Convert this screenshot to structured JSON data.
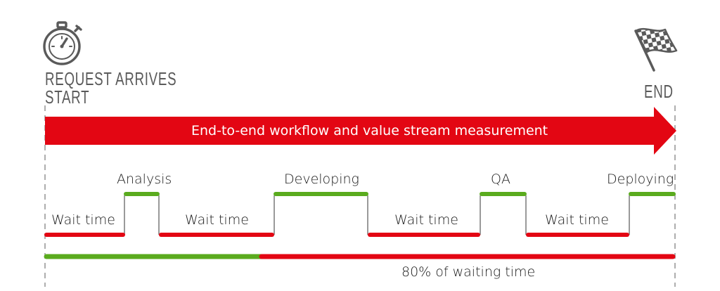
{
  "start": {
    "line1": "REQUEST ARRIVES",
    "line2": "START",
    "icon": "stopwatch-icon"
  },
  "end": {
    "label": "END",
    "icon": "checkered-flag-icon"
  },
  "arrow": {
    "label": "End-to-end workflow and value stream measurement"
  },
  "steps": {
    "wait1": "Wait time",
    "analysis": "Analysis",
    "wait2": "Wait time",
    "developing": "Developing",
    "wait3": "Wait time",
    "qa": "QA",
    "wait4": "Wait time",
    "deploying": "Deploying"
  },
  "summary": {
    "label": "80% of waiting time"
  },
  "colors": {
    "red": "#e30613",
    "green": "#5aab1e",
    "gray": "#9a9a9a"
  }
}
